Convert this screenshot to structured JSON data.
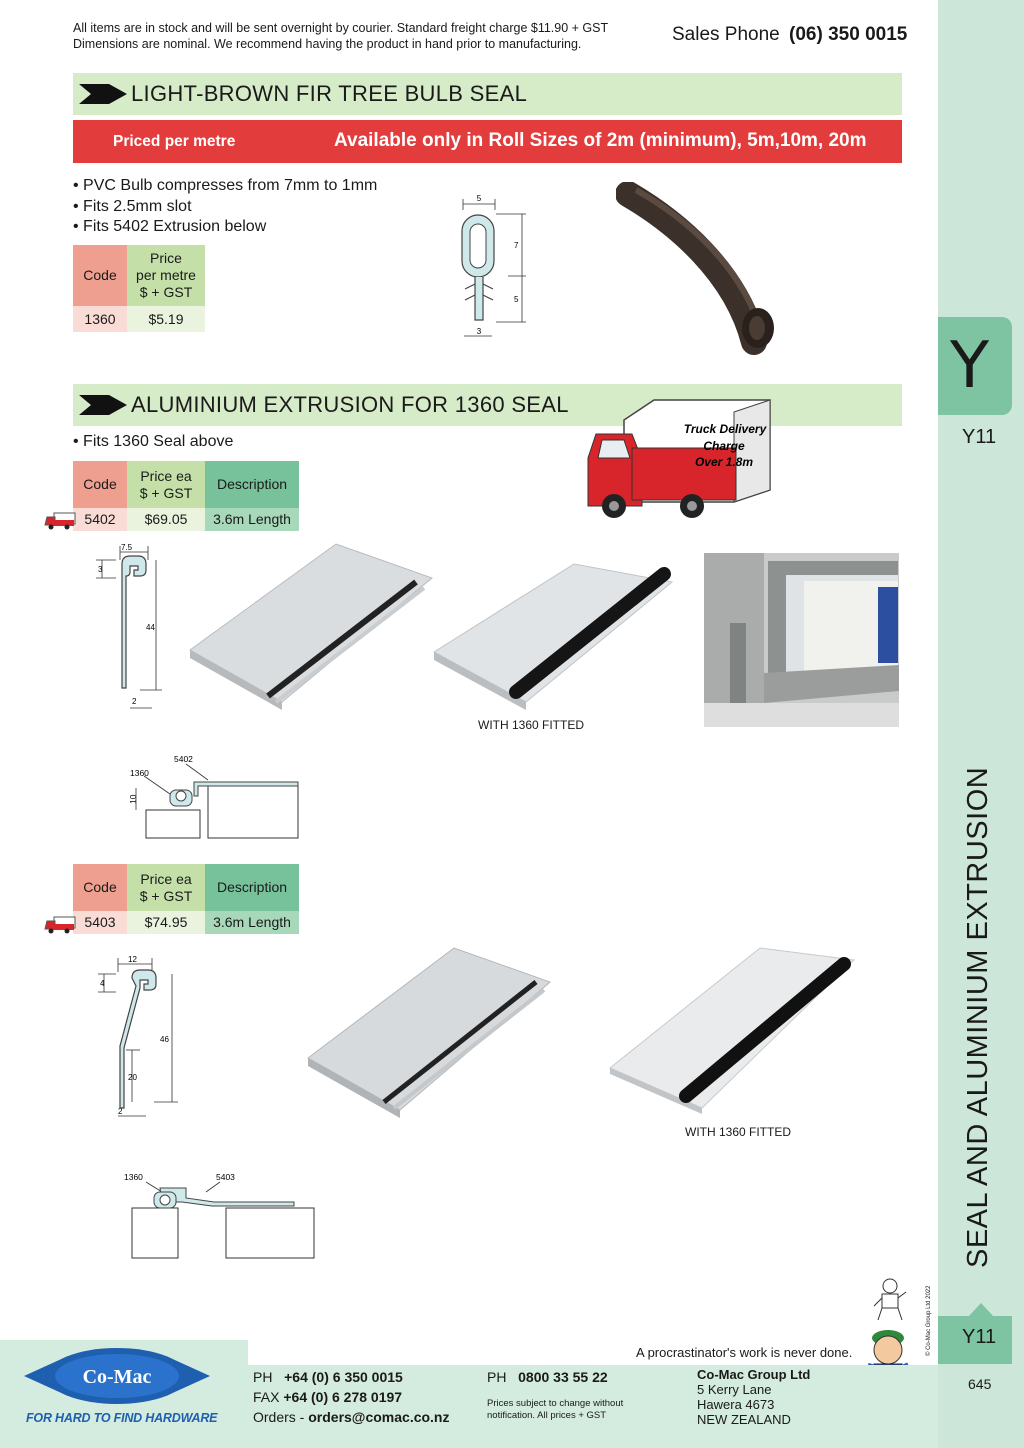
{
  "notice": {
    "line1": "All items are in stock and will be sent overnight by courier. Standard freight charge $11.90 + GST",
    "line2": "Dimensions are nominal. We recommend having the product in hand prior to manufacturing."
  },
  "sales": {
    "label": "Sales Phone",
    "number": "(06) 350 0015"
  },
  "section1": {
    "title": "LIGHT-BROWN FIR TREE BULB SEAL",
    "priced": "Priced per metre",
    "availability": "Available only in Roll Sizes of 2m (minimum), 5m,10m, 20m",
    "bullets": [
      "• PVC Bulb compresses from 7mm to 1mm",
      "• Fits 2.5mm slot",
      "• Fits 5402 Extrusion below"
    ],
    "table": {
      "code_h": "Code",
      "price_h1": "Price",
      "price_h2": "per metre",
      "price_h3": "$ + GST",
      "code": "1360",
      "price": "$5.19"
    },
    "dims": {
      "top": "5",
      "bulb": "7",
      "stem": "5",
      "base": "3"
    }
  },
  "section2": {
    "title": "ALUMINIUM EXTRUSION FOR 1360 SEAL",
    "bullet": "• Fits 1360 Seal above",
    "truck": {
      "l1": "Truck Delivery",
      "l2": "Charge",
      "l3": "Over 1.8m"
    },
    "table_a": {
      "code_h": "Code",
      "price_h1": "Price ea",
      "price_h2": "$ + GST",
      "desc_h": "Description",
      "code": "5402",
      "price": "$69.05",
      "desc": "3.6m Length"
    },
    "table_b": {
      "code_h": "Code",
      "price_h1": "Price ea",
      "price_h2": "$ + GST",
      "desc_h": "Description",
      "code": "5403",
      "price": "$74.95",
      "desc": "3.6m Length"
    },
    "dims_a": {
      "w": "7.5",
      "lip": "3",
      "h": "44",
      "t": "2"
    },
    "dims_b": {
      "w": "12",
      "lip": "4",
      "h": "46",
      "low": "20",
      "t": "2"
    },
    "assembly_a": {
      "seal": "1360",
      "ext": "5402",
      "h": "10"
    },
    "assembly_b": {
      "seal": "1360",
      "ext": "5403"
    },
    "fitted": "WITH 1360 FITTED"
  },
  "sidebar": {
    "letter": "Y",
    "code": "Y11",
    "title": "SEAL AND ALUMINIUM EXTRUSION",
    "copyright": "© Co-Mac Group Ltd 2022",
    "page": "645"
  },
  "footer": {
    "motto": "A procrastinator's work is never done.",
    "logo": "Co-Mac",
    "tagline": "FOR HARD TO FIND HARDWARE",
    "ph_label": "PH",
    "ph": "+64 (0) 6 350 0015",
    "fax_label": "FAX",
    "fax": "+64 (0) 6 278 0197",
    "orders_label": "Orders -",
    "orders": "orders@comac.co.nz",
    "ph2_label": "PH",
    "ph2": "0800 33 55 22",
    "disclaimer1": "Prices subject to change without",
    "disclaimer2": "notification. All prices + GST",
    "company": "Co-Mac Group Ltd",
    "addr1": "5 Kerry Lane",
    "addr2": "Hawera 4673",
    "addr3": "NEW ZEALAND"
  },
  "colors": {
    "green_header": "#d6ebc7",
    "red_bar": "#e33c3d",
    "tab": "#7ec4a2",
    "brand_blue": "#1e5fb0"
  }
}
